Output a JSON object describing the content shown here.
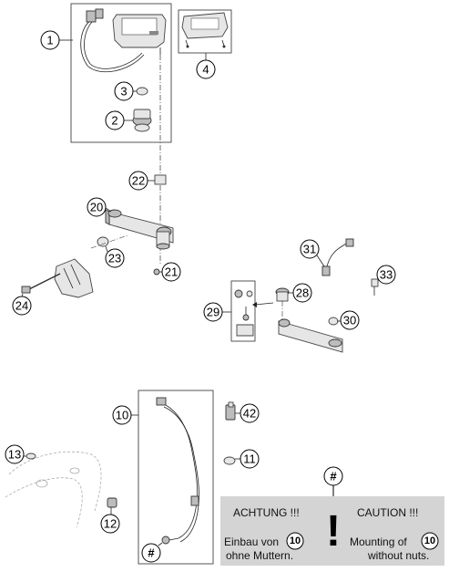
{
  "callouts": {
    "c1": "1",
    "c2": "2",
    "c3": "3",
    "c4": "4",
    "c10": "10",
    "c11": "11",
    "c12": "12",
    "c13": "13",
    "c20": "20",
    "c21": "21",
    "c22": "22",
    "c23": "23",
    "c24": "24",
    "c28": "28",
    "c29": "29",
    "c30": "30",
    "c31": "31",
    "c33": "33",
    "c42": "42",
    "hash_top": "#",
    "hash_bottom": "#"
  },
  "notice": {
    "german_title": "ACHTUNG !!!",
    "english_title": "CAUTION !!!",
    "exclamation": "!",
    "german_pre": "Einbau von",
    "german_num": "10",
    "german_post": "ohne Muttern.",
    "english_pre": "Mounting of",
    "english_num": "10",
    "english_post": "without nuts."
  },
  "colors": {
    "notice_bg": "#d4d4d4",
    "line": "#222222"
  }
}
